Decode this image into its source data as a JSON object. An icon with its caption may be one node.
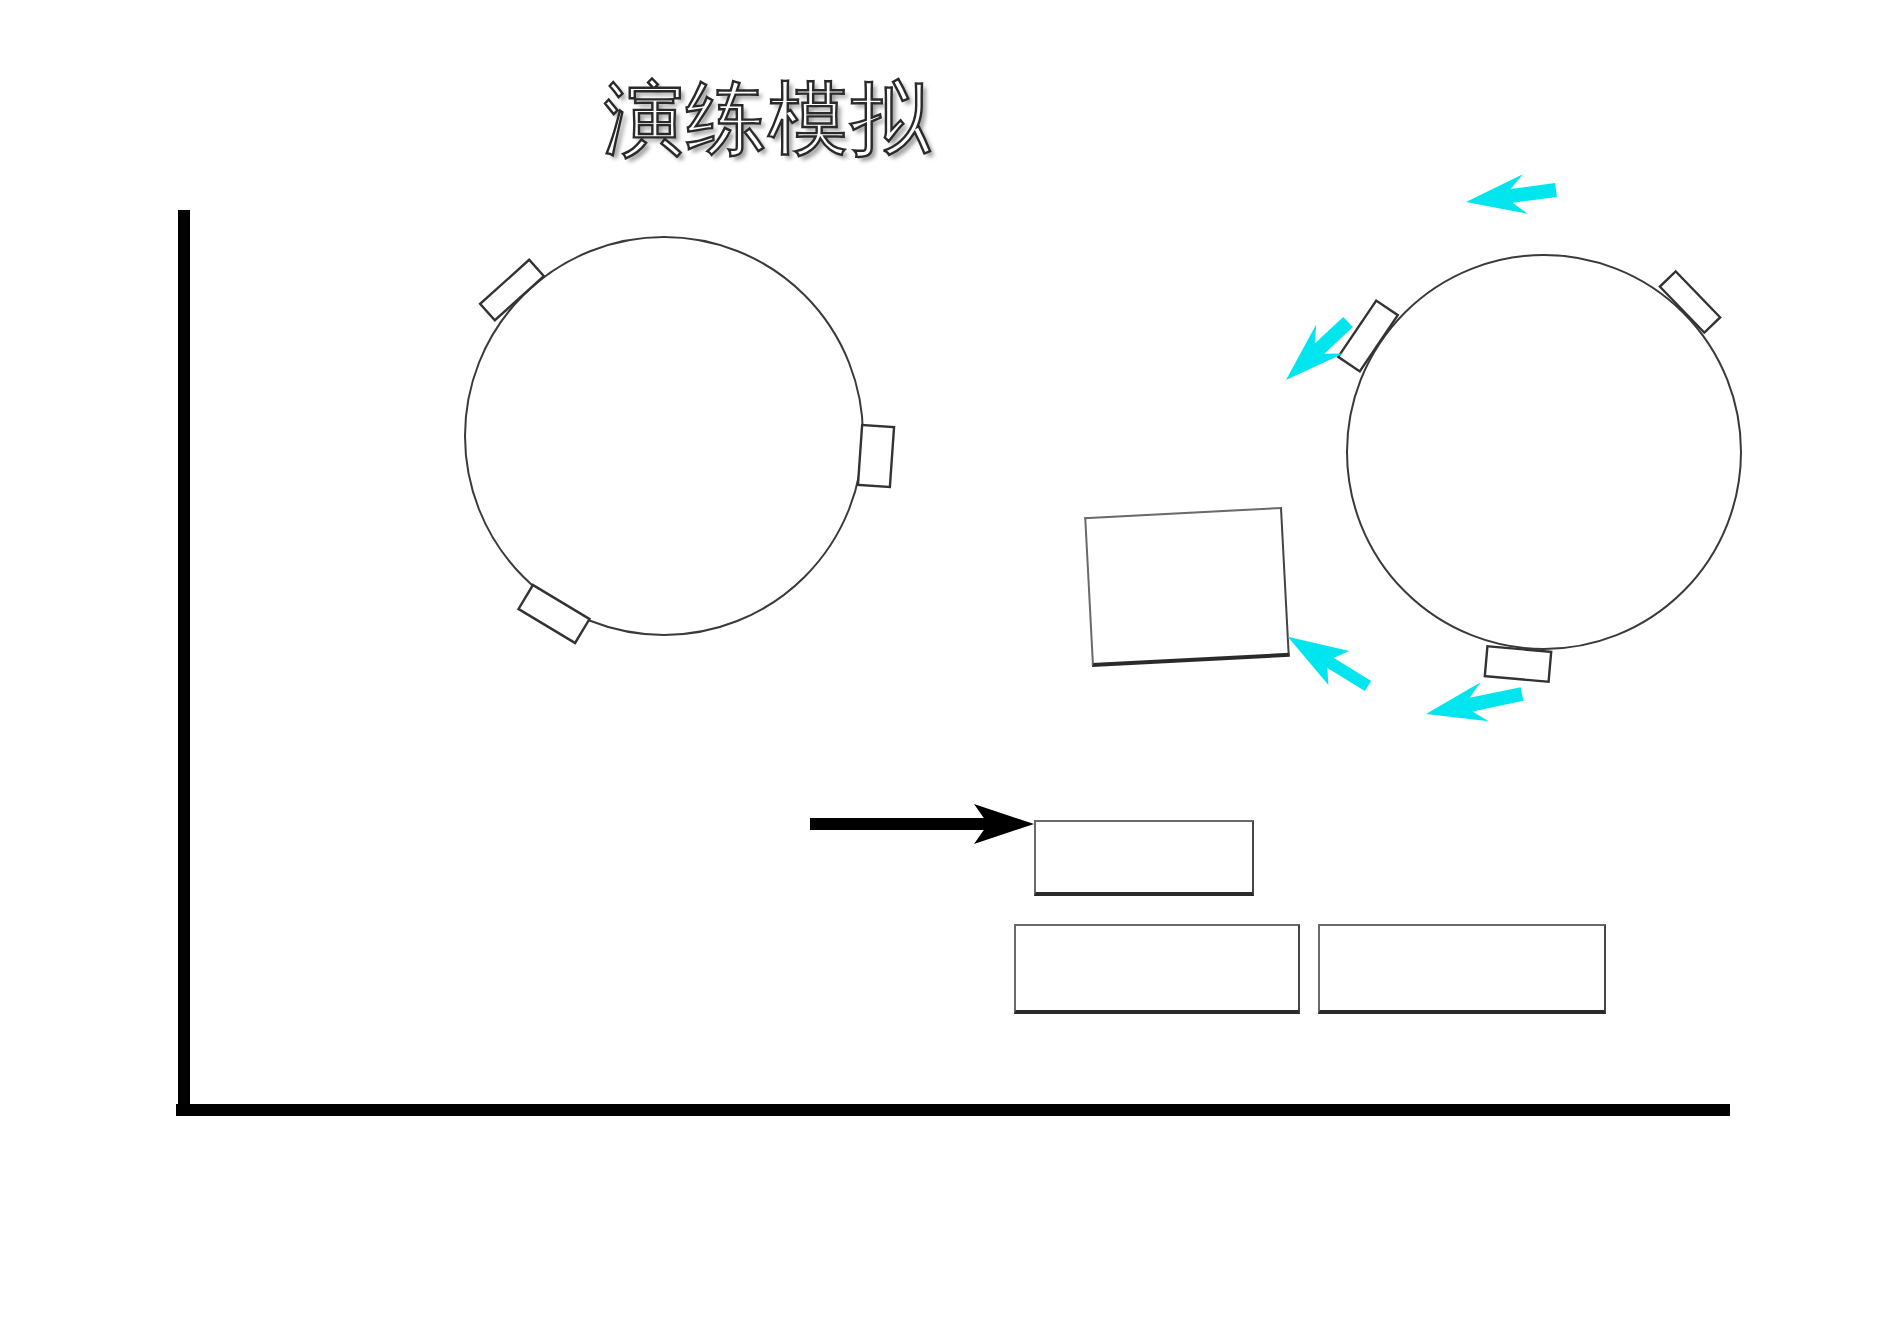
{
  "diagram": {
    "title": "演练模拟",
    "nodes": [
      {
        "text": [],
        "shape": "circle"
      },
      {
        "text": [],
        "shape": "circle"
      },
      {
        "text": [],
        "shape": "box"
      },
      {
        "text": [],
        "shape": "box"
      },
      {
        "text": [],
        "shape": "box"
      },
      {
        "text": [],
        "shape": "box"
      }
    ],
    "edges": [
      {
        "from": null,
        "to": 2,
        "arrow": "to",
        "color": "#00e5ee"
      },
      {
        "from": null,
        "to": 3,
        "arrow": "to",
        "color": "#000000"
      }
    ]
  }
}
